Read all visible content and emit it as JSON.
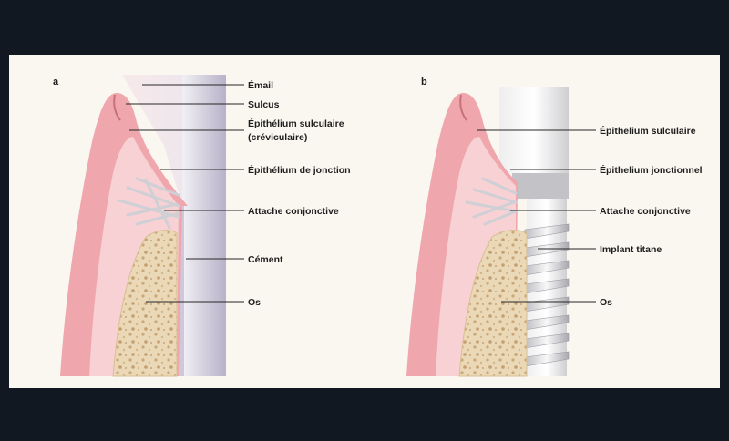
{
  "colors": {
    "frame": "#121821",
    "paper": "#faf7f0",
    "gum": "#efa6ad",
    "gum_light": "#f7d1d3",
    "bone": "#e9d6b3",
    "tooth": "#e1ddea",
    "metal": "#d9d9db",
    "line": "#262626"
  },
  "panel_a": {
    "letter": "a",
    "labels": {
      "email": "Émail",
      "sulcus": "Sulcus",
      "epithelium_sulculaire_1": "Épithélium sulculaire",
      "epithelium_sulculaire_2": "(créviculaire)",
      "epithelium_jonction": "Épithélium de jonction",
      "attache": "Attache conjonctive",
      "cement": "Cément",
      "os": "Os"
    }
  },
  "panel_b": {
    "letter": "b",
    "labels": {
      "epithelium_sulculaire": "Épithelium sulculaire",
      "epithelium_jonctionnel": "Épithelium jonctionnel",
      "attache": "Attache conjonctive",
      "implant": "Implant titane",
      "os": "Os"
    }
  }
}
